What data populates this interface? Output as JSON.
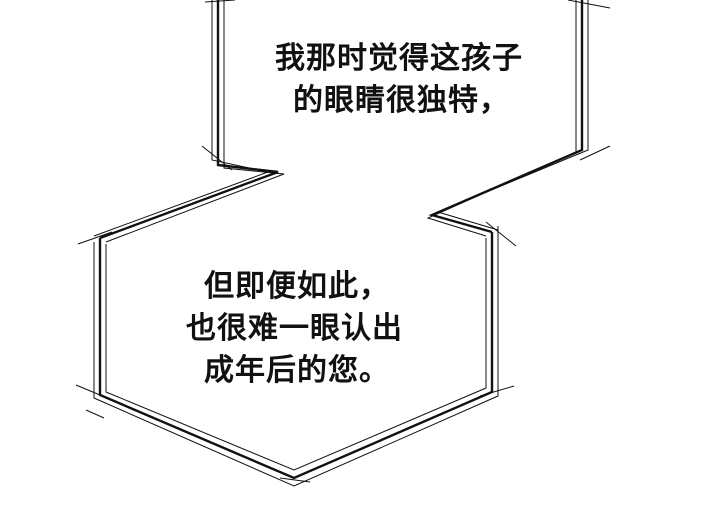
{
  "bubble_top": {
    "lines": [
      "我那时觉得这孩子",
      "的眼睛很独特，"
    ]
  },
  "bubble_bottom": {
    "lines": [
      "但即便如此，",
      "也很难一眼认出",
      "成年后的您。"
    ]
  },
  "colors": {
    "background": "#ffffff",
    "line": "#111111",
    "text": "#111111"
  }
}
